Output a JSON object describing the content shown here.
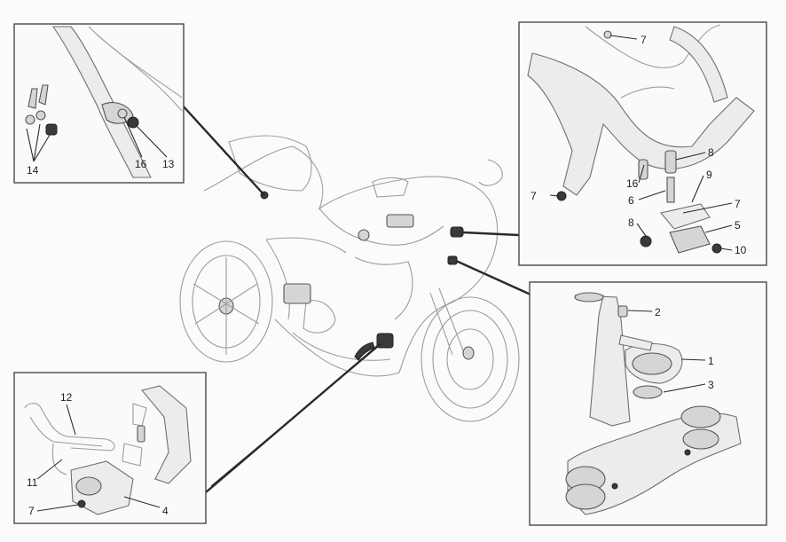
{
  "callouts": {
    "top_left": [
      "14",
      "16",
      "13"
    ],
    "top_right": [
      "7",
      "8",
      "9",
      "16",
      "6",
      "7",
      "7",
      "8",
      "5",
      "10"
    ],
    "bottom_right": [
      "2",
      "1",
      "3"
    ],
    "bottom_left": [
      "12",
      "11",
      "7",
      "4"
    ]
  },
  "colors": {
    "line": "#2b2b2b",
    "part_fill": "#ececec",
    "background": "#fbfbfb"
  }
}
